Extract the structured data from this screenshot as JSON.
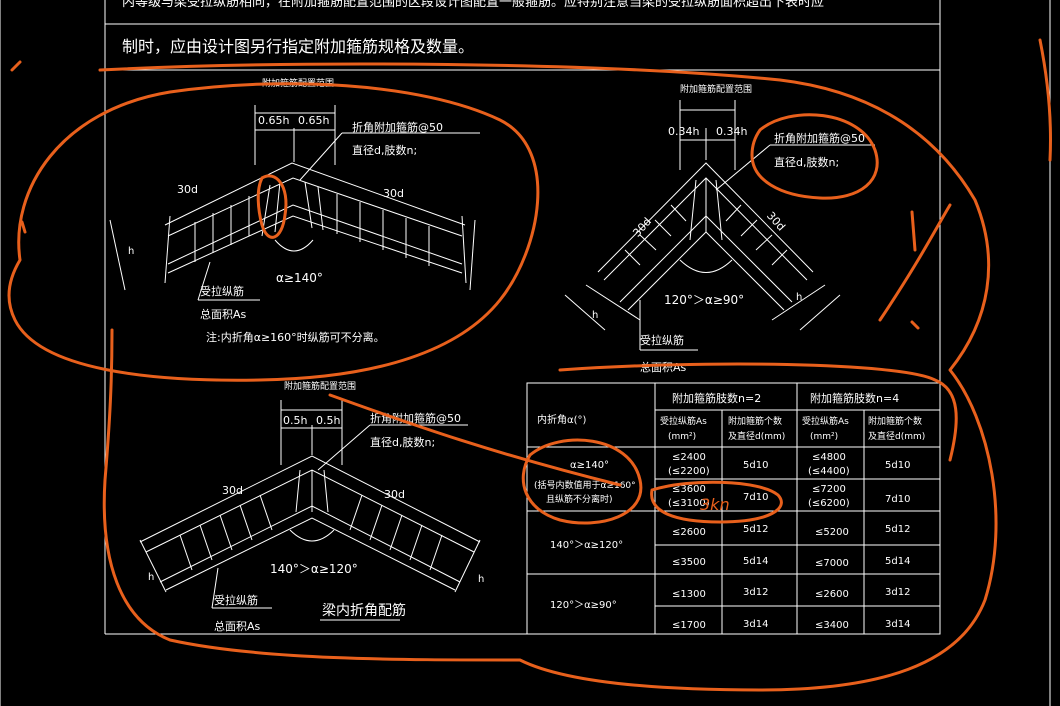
{
  "header": {
    "line1": "内等级与梁受拉纵筋相同，在附加箍筋配置范围的区段设计图配置一般箍筋。应特别注意当梁的受拉纵筋面积超出下表时应",
    "line2": "制时，应由设计图另行指定附加箍筋规格及数量。"
  },
  "detail1": {
    "range_title": "附加箍筋配置范围",
    "dim_left": "0.65h",
    "dim_right": "0.65h",
    "stirrup_label": "折角附加箍筋@50",
    "stirrup_sub": "直径d,肢数n;",
    "anchor_left": "30d",
    "anchor_right": "30d",
    "angle": "α≥140°",
    "h": "h",
    "bar_label": "受拉纵筋",
    "area_label": "总面积As",
    "note": "注:内折角α≥160°时纵筋可不分离。"
  },
  "detail2": {
    "range_title": "附加箍筋配置范围",
    "dim_left": "0.34h",
    "dim_right": "0.34h",
    "stirrup_label": "折角附加箍筋@50",
    "stirrup_sub": "直径d,肢数n;",
    "anchor_left": "30d",
    "anchor_right": "30d",
    "angle": "120°＞α≥90°",
    "h": "h",
    "bar_label": "受拉纵筋",
    "area_label": "总面积As"
  },
  "detail3": {
    "range_title": "附加箍筋配置范围",
    "dim_left": "0.5h",
    "dim_right": "0.5h",
    "stirrup_label": "折角附加箍筋@50",
    "stirrup_sub": "直径d,肢数n;",
    "anchor_left": "30d",
    "anchor_right": "30d",
    "angle": "140°＞α≥120°",
    "h": "h",
    "bar_label": "受拉纵筋",
    "area_label": "总面积As",
    "caption": "梁内折角配筋"
  },
  "table": {
    "col_angle": "内折角α(°)",
    "group_n2": "附加箍筋肢数n=2",
    "group_n4": "附加箍筋肢数n=4",
    "sub_as_1": "受拉纵筋As",
    "sub_as_2": "(mm²)",
    "sub_d_1": "附加箍筋个数",
    "sub_d_2": "及直径d(mm)",
    "rows": [
      {
        "angle_1": "α≥140°",
        "angle_2": "(括号内数值用于α≥160°",
        "angle_3": "且纵筋不分离时)",
        "as2": "≤2400",
        "as2b": "(≤2200)",
        "d2": "5d10",
        "as4": "≤4800",
        "as4b": "(≤4400)",
        "d4": "5d10"
      },
      {
        "as2": "≤3600",
        "as2b": "(≤3100)",
        "d2": "7d10",
        "as4": "≤7200",
        "as4b": "(≤6200)",
        "d4": "7d10"
      },
      {
        "angle_1": "140°＞α≥120°",
        "as2": "≤2600",
        "d2": "5d12",
        "as4": "≤5200",
        "d4": "5d12"
      },
      {
        "as2": "≤3500",
        "d2": "5d14",
        "as4": "≤7000",
        "d4": "5d14"
      },
      {
        "angle_1": "120°＞α≥90°",
        "as2": "≤1300",
        "d2": "3d12",
        "as4": "≤2600",
        "d4": "3d12"
      },
      {
        "as2": "≤1700",
        "d2": "3d14",
        "as4": "≤3400",
        "d4": "3d14"
      }
    ]
  },
  "annotation": {
    "handwritten": "3kn",
    "ink_color": "#e8601c"
  },
  "colors": {
    "background": "#000000",
    "lines": "#ffffff",
    "ink": "#e8601c"
  }
}
